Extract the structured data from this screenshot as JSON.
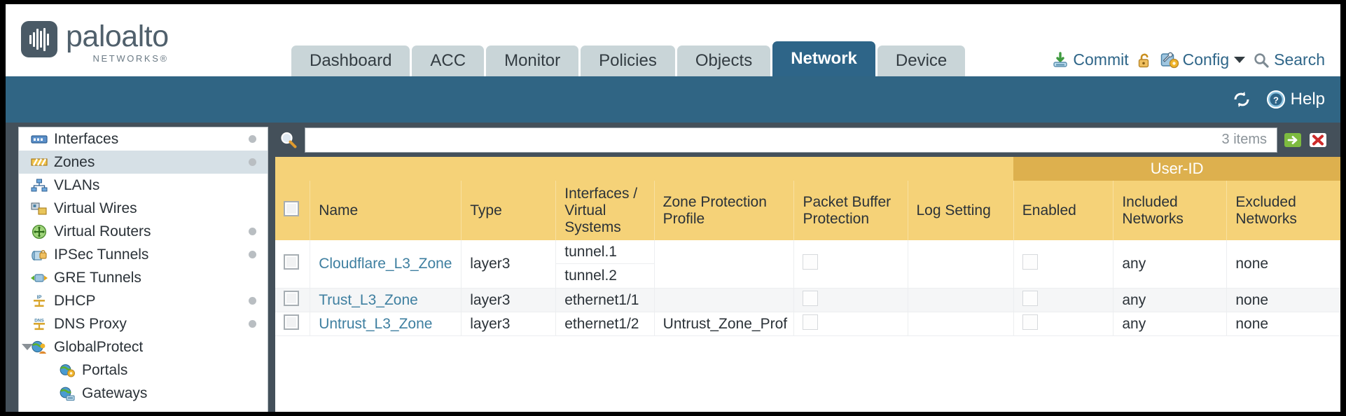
{
  "brand": {
    "name": "paloalto",
    "tagline": "NETWORKS",
    "registered": "®"
  },
  "nav": {
    "tabs": [
      {
        "label": "Dashboard",
        "active": false
      },
      {
        "label": "ACC",
        "active": false
      },
      {
        "label": "Monitor",
        "active": false
      },
      {
        "label": "Policies",
        "active": false
      },
      {
        "label": "Objects",
        "active": false
      },
      {
        "label": "Network",
        "active": true
      },
      {
        "label": "Device",
        "active": false
      }
    ]
  },
  "utilities": {
    "commit": {
      "label": "Commit",
      "icon": "commit-download-icon"
    },
    "lock": {
      "icon": "padlock-icon"
    },
    "config": {
      "label": "Config",
      "icon": "config-wrench-icon",
      "caret": "chevron-down-icon"
    },
    "search": {
      "label": "Search",
      "icon": "search-magnifier-icon"
    }
  },
  "subheader": {
    "refresh": {
      "icon": "refresh-icon"
    },
    "help": {
      "label": "Help",
      "icon": "help-question-icon"
    }
  },
  "sidebar": {
    "items": [
      {
        "label": "Interfaces",
        "icon": "interfaces-icon",
        "selected": false,
        "dot": true,
        "child": false,
        "twisty": false
      },
      {
        "label": "Zones",
        "icon": "zones-icon",
        "selected": true,
        "dot": true,
        "child": false,
        "twisty": false
      },
      {
        "label": "VLANs",
        "icon": "vlans-icon",
        "selected": false,
        "dot": false,
        "child": false,
        "twisty": false
      },
      {
        "label": "Virtual Wires",
        "icon": "virtual-wires-icon",
        "selected": false,
        "dot": false,
        "child": false,
        "twisty": false
      },
      {
        "label": "Virtual Routers",
        "icon": "virtual-routers-icon",
        "selected": false,
        "dot": true,
        "child": false,
        "twisty": false
      },
      {
        "label": "IPSec Tunnels",
        "icon": "ipsec-tunnels-icon",
        "selected": false,
        "dot": true,
        "child": false,
        "twisty": false
      },
      {
        "label": "GRE Tunnels",
        "icon": "gre-tunnels-icon",
        "selected": false,
        "dot": false,
        "child": false,
        "twisty": false
      },
      {
        "label": "DHCP",
        "icon": "dhcp-icon",
        "selected": false,
        "dot": true,
        "child": false,
        "twisty": false
      },
      {
        "label": "DNS Proxy",
        "icon": "dns-proxy-icon",
        "selected": false,
        "dot": true,
        "child": false,
        "twisty": false
      },
      {
        "label": "GlobalProtect",
        "icon": "globalprotect-icon",
        "selected": false,
        "dot": false,
        "child": false,
        "twisty": true
      },
      {
        "label": "Portals",
        "icon": "portals-icon",
        "selected": false,
        "dot": false,
        "child": true,
        "twisty": false
      },
      {
        "label": "Gateways",
        "icon": "gateways-icon",
        "selected": false,
        "dot": false,
        "child": true,
        "twisty": false
      }
    ]
  },
  "search": {
    "value": "",
    "placeholder": "",
    "item_count": "3 items",
    "apply_icon": "green-arrow-apply-icon",
    "clear_icon": "red-x-clear-icon",
    "magnifier_icon": "search-magnifier-icon"
  },
  "table": {
    "group_header": {
      "user_id": "User-ID"
    },
    "columns": [
      "Name",
      "Type",
      "Interfaces / Virtual Systems",
      "Zone Protection Profile",
      "Packet Buffer Protection",
      "Log Setting",
      "Enabled",
      "Included Networks",
      "Excluded Networks"
    ],
    "rows": [
      {
        "name": "Cloudflare_L3_Zone",
        "type": "layer3",
        "interfaces": [
          "tunnel.1",
          "tunnel.2"
        ],
        "zone_protection_profile": "",
        "packet_buffer_protection": false,
        "log_setting": "",
        "user_id_enabled": false,
        "included_networks": "any",
        "excluded_networks": "none"
      },
      {
        "name": "Trust_L3_Zone",
        "type": "layer3",
        "interfaces": [
          "ethernet1/1"
        ],
        "zone_protection_profile": "",
        "packet_buffer_protection": false,
        "log_setting": "",
        "user_id_enabled": false,
        "included_networks": "any",
        "excluded_networks": "none"
      },
      {
        "name": "Untrust_L3_Zone",
        "type": "layer3",
        "interfaces": [
          "ethernet1/2"
        ],
        "zone_protection_profile": "Untrust_Zone_Prof",
        "packet_buffer_protection": false,
        "log_setting": "",
        "user_id_enabled": false,
        "included_networks": "any",
        "excluded_networks": "none"
      }
    ]
  },
  "colors": {
    "brand_blue": "#306584",
    "active_tab": "#2e6588",
    "tab_inactive": "#c9d5d8",
    "table_header_amber": "#f5d278",
    "group_header_amber": "#ddb04e",
    "panel_slate": "#44505a",
    "link_blue": "#3e7fa0"
  }
}
